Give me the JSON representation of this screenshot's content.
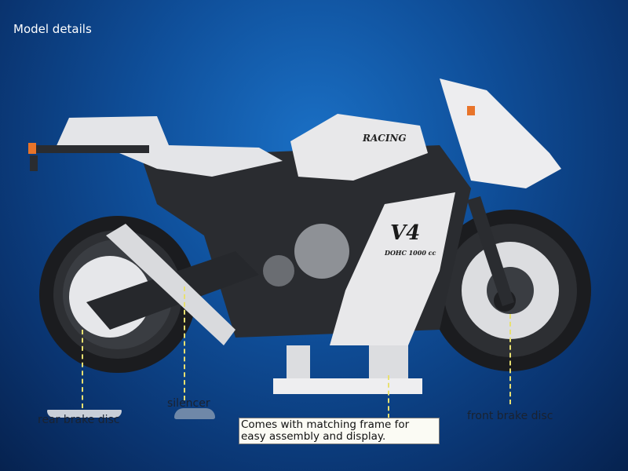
{
  "header": {
    "title": "Model details"
  },
  "model": {
    "badge_text": "RACING",
    "engine_label": "V4",
    "engine_sub": "DOHC 1000 cc"
  },
  "callouts": {
    "rear_brake_disc": "rear brake disc",
    "silencer": "silencer",
    "frame_note": "Comes with matching frame for easy assembly and display.",
    "front_brake_disc": "front brake disc"
  },
  "colors": {
    "background": "#0f4f9a",
    "leader_line": "#e8e070",
    "bike_body": "#e8e8ea",
    "bike_frame": "#2a2c30"
  }
}
